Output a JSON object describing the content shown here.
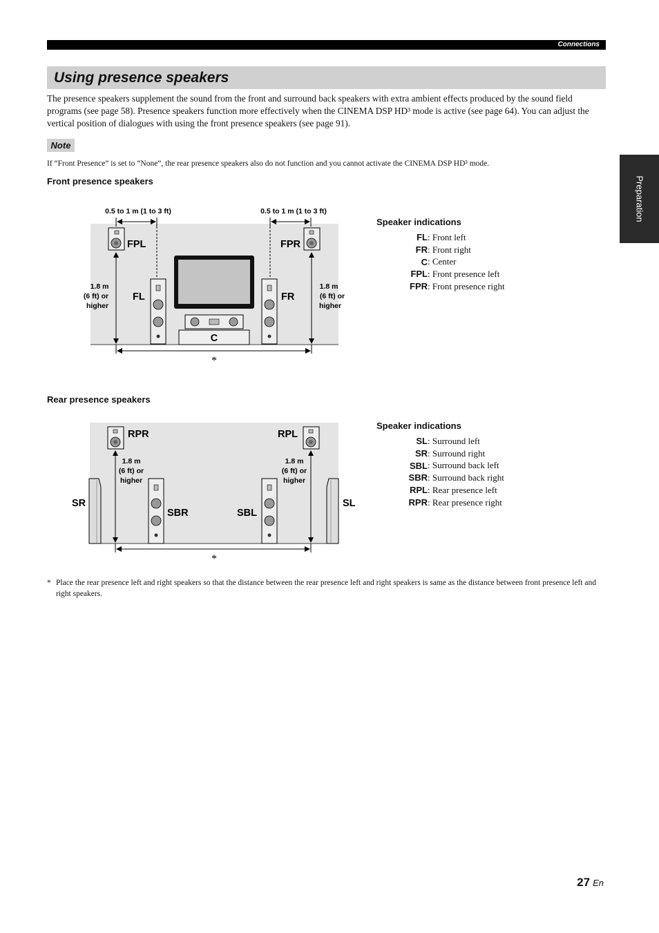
{
  "header": {
    "section": "Connections"
  },
  "title": "Using presence speakers",
  "intro": "The presence speakers supplement the sound from the front and surround back speakers with extra ambient effects produced by the sound field programs (see page 58). Presence speakers function more effectively when the CINEMA DSP HD³ mode is active (see page 64). You can adjust the vertical position of dialogues with using the front presence speakers (see page 91).",
  "note": {
    "label": "Note",
    "text": "If “Front Presence” is set to “None”, the rear presence speakers also do not function and you cannot activate the CINEMA DSP HD³ mode."
  },
  "side_tab": "Preparation",
  "front": {
    "heading": "Front presence speakers",
    "distance_left": "0.5 to 1 m (1 to 3 ft)",
    "distance_right": "0.5 to 1 m (1 to 3 ft)",
    "height_left": [
      "1.8 m",
      "(6 ft) or",
      "higher"
    ],
    "height_right": [
      "1.8 m",
      "(6 ft) or",
      "higher"
    ],
    "labels": {
      "fpl": "FPL",
      "fpr": "FPR",
      "fl": "FL",
      "fr": "FR",
      "c": "C"
    },
    "asterisk": "*",
    "legend_title": "Speaker indications",
    "legend": [
      {
        "abbr": "FL",
        "desc": ": Front left"
      },
      {
        "abbr": "FR",
        "desc": ": Front right"
      },
      {
        "abbr": "C",
        "desc": ": Center"
      },
      {
        "abbr": "FPL",
        "desc": ": Front presence left"
      },
      {
        "abbr": "FPR",
        "desc": ": Front presence right"
      }
    ]
  },
  "rear": {
    "heading": "Rear presence speakers",
    "height_left": [
      "1.8 m",
      "(6 ft) or",
      "higher"
    ],
    "height_right": [
      "1.8 m",
      "(6 ft) or",
      "higher"
    ],
    "labels": {
      "rpr": "RPR",
      "rpl": "RPL",
      "sr": "SR",
      "sl": "SL",
      "sbr": "SBR",
      "sbl": "SBL"
    },
    "asterisk": "*",
    "legend_title": "Speaker indications",
    "legend": [
      {
        "abbr": "SL",
        "desc": ": Surround left"
      },
      {
        "abbr": "SR",
        "desc": ": Surround right"
      },
      {
        "abbr": "SBL",
        "desc": ": Surround back left"
      },
      {
        "abbr": "SBR",
        "desc": ": Surround back right"
      },
      {
        "abbr": "RPL",
        "desc": ": Rear presence left"
      },
      {
        "abbr": "RPR",
        "desc": ": Rear presence right"
      }
    ]
  },
  "footnote": {
    "mark": "*",
    "text": "Place the rear presence left and right speakers so that the distance between the rear presence left and right speakers is same as the distance between front presence left and right speakers."
  },
  "page": {
    "number": "27",
    "lang": "En"
  }
}
